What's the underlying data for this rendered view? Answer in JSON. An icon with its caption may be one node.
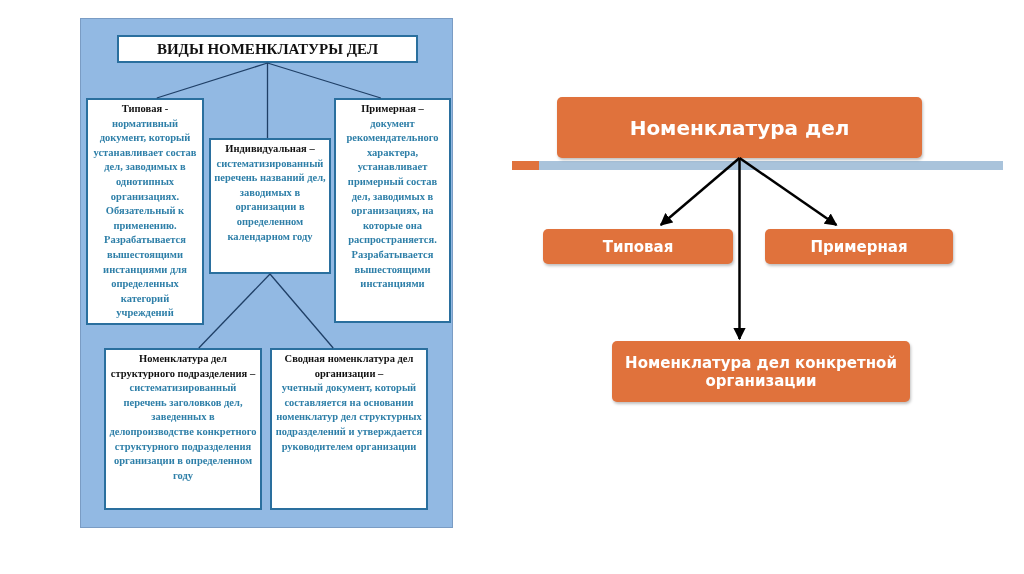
{
  "diagram": {
    "nodes": [
      {
        "text": [],
        "shape": "box"
      },
      {
        "text": [
          "ВИДЫ НОМЕНКЛАТУРЫ  ДЕЛ"
        ],
        "in": 0
      },
      {
        "text": [
          "Типовая -",
          "нормативный документ, который устанавливает состав дел, заводимых в однотипных организациях. Обязательный к применению. Разрабатывается вышестоящими инстанциями для определенных категорий учреждений"
        ],
        "in": 0
      },
      {
        "text": [
          "Индивидуальная –",
          "систематизированный перечень названий дел, заводимых в организации в определенном календарном году"
        ],
        "in": 0
      },
      {
        "text": [
          "Примерная –",
          "документ рекомендательного характера, устанавливает примерный состав дел, заводимых в организациях, на которые она распространяется. Разрабатывается вышестоящими инстанциями"
        ],
        "in": 0
      },
      {
        "text": [
          "Номенклатура дел структурного подразделения –",
          "систематизированный перечень заголовков дел, заведенных в делопроизводстве конкретного структурного подразделения организации в определенном году"
        ],
        "in": 0
      },
      {
        "text": [
          "Сводная номенклатура дел организации –",
          "учетный документ, который составляется на основании номенклатур дел структурных подразделений и утверждается руководителем организации"
        ],
        "in": 0
      },
      {
        "text": [
          "Номенклатура дел"
        ]
      },
      {
        "text": [
          "Типовая"
        ]
      },
      {
        "text": [
          "Примерная"
        ]
      },
      {
        "text": [
          "Номенклатура дел конкретной организации"
        ]
      }
    ],
    "edges": [
      {
        "from": 1,
        "to": 2,
        "arrow": "none"
      },
      {
        "from": 1,
        "to": 3,
        "arrow": "none"
      },
      {
        "from": 1,
        "to": 4,
        "arrow": "none"
      },
      {
        "from": 3,
        "to": 5,
        "arrow": "none"
      },
      {
        "from": 3,
        "to": 6,
        "arrow": "none"
      },
      {
        "from": 7,
        "to": 8,
        "arrow": "to",
        "color": "#000000"
      },
      {
        "from": 7,
        "to": 9,
        "arrow": "to",
        "color": "#000000"
      },
      {
        "from": 7,
        "to": 10,
        "arrow": "to",
        "color": "#000000"
      }
    ]
  }
}
